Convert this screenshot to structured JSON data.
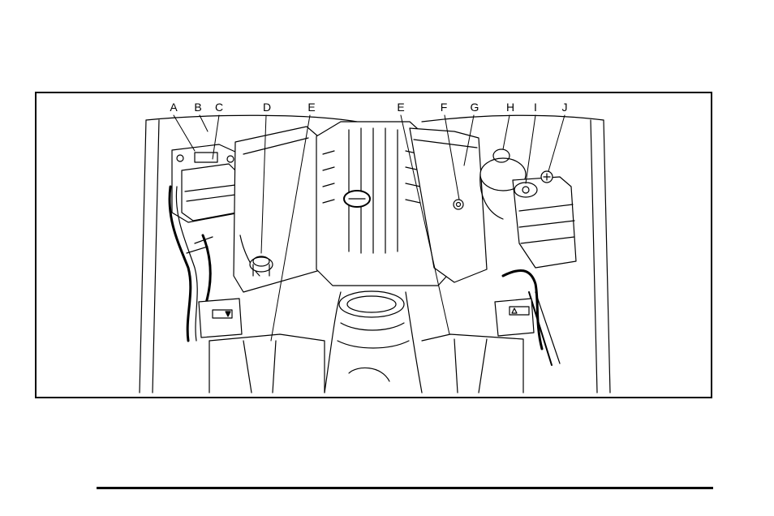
{
  "figure": {
    "callouts": [
      {
        "id": "a",
        "label": "A"
      },
      {
        "id": "b",
        "label": "B"
      },
      {
        "id": "c",
        "label": "C"
      },
      {
        "id": "d",
        "label": "D"
      },
      {
        "id": "e1",
        "label": "E"
      },
      {
        "id": "e2",
        "label": "E"
      },
      {
        "id": "f",
        "label": "F"
      },
      {
        "id": "g",
        "label": "G"
      },
      {
        "id": "h",
        "label": "H"
      },
      {
        "id": "i",
        "label": "I"
      },
      {
        "id": "j",
        "label": "J"
      }
    ]
  }
}
